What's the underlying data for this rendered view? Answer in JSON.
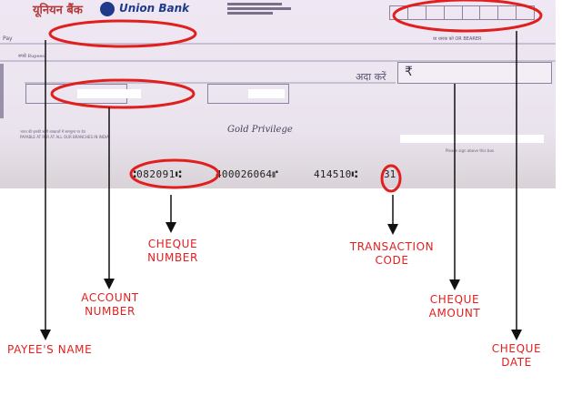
{
  "cheque": {
    "bank_name_hindi": "यूनियन बैंक",
    "bank_name": "Union Bank",
    "pay_label": "Pay",
    "rupees_label": "रुपये Rupees",
    "bearer_label": "या धारक को OR BEARER",
    "pay_rs_label": "अदा करें",
    "rupee_symbol": "₹",
    "product_name": "Gold Privilege",
    "payable_text_hindi": "भारत की इसकी सभी शाखाओं में सममूल्य पर देय",
    "payable_text": "PAYABLE AT PAR AT ALL OUR BRANCHES IN INDIA",
    "signature_caption": "Please sign above this box",
    "micr_cheque_number": "⑆082091⑆",
    "micr_code": "400026064⑈",
    "micr_account": "414510⑆",
    "micr_transaction": "31"
  },
  "labels": {
    "cheque_number": [
      "CHEQUE",
      "NUMBER"
    ],
    "transaction_code": [
      "TRANSACTION",
      "CODE"
    ],
    "account_number": [
      "ACCOUNT",
      "NUMBER"
    ],
    "cheque_amount": [
      "CHEQUE",
      "AMOUNT"
    ],
    "payee_name": [
      "PAYEE'S NAME"
    ],
    "cheque_date": [
      "CHEQUE",
      "DATE"
    ]
  },
  "colors": {
    "annotation": "#e0201f",
    "arrow": "#111111",
    "cheque_bg": "#ece6f0",
    "logo_blue": "#1f3a8a"
  }
}
